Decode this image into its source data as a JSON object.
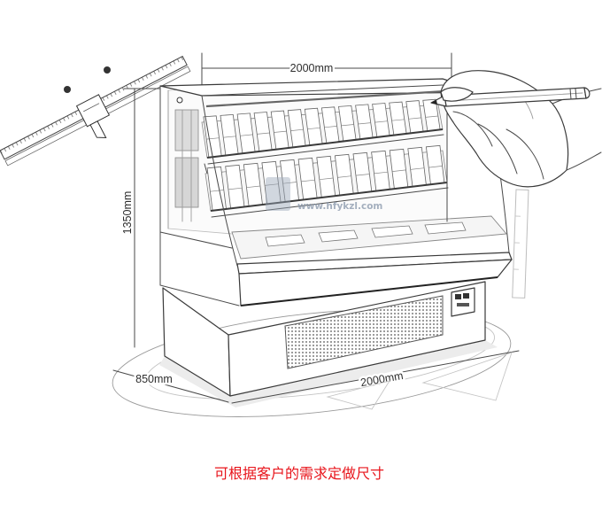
{
  "dimensions": {
    "top_width": "2000mm",
    "height": "1350mm",
    "depth": "850mm",
    "bottom_width": "2000mm"
  },
  "caption": "可根据客户的需求定做尺寸",
  "watermark": "www.hfykzl.com",
  "colors": {
    "caption": "#e8141b",
    "sketch_line": "#3a3a3a"
  }
}
